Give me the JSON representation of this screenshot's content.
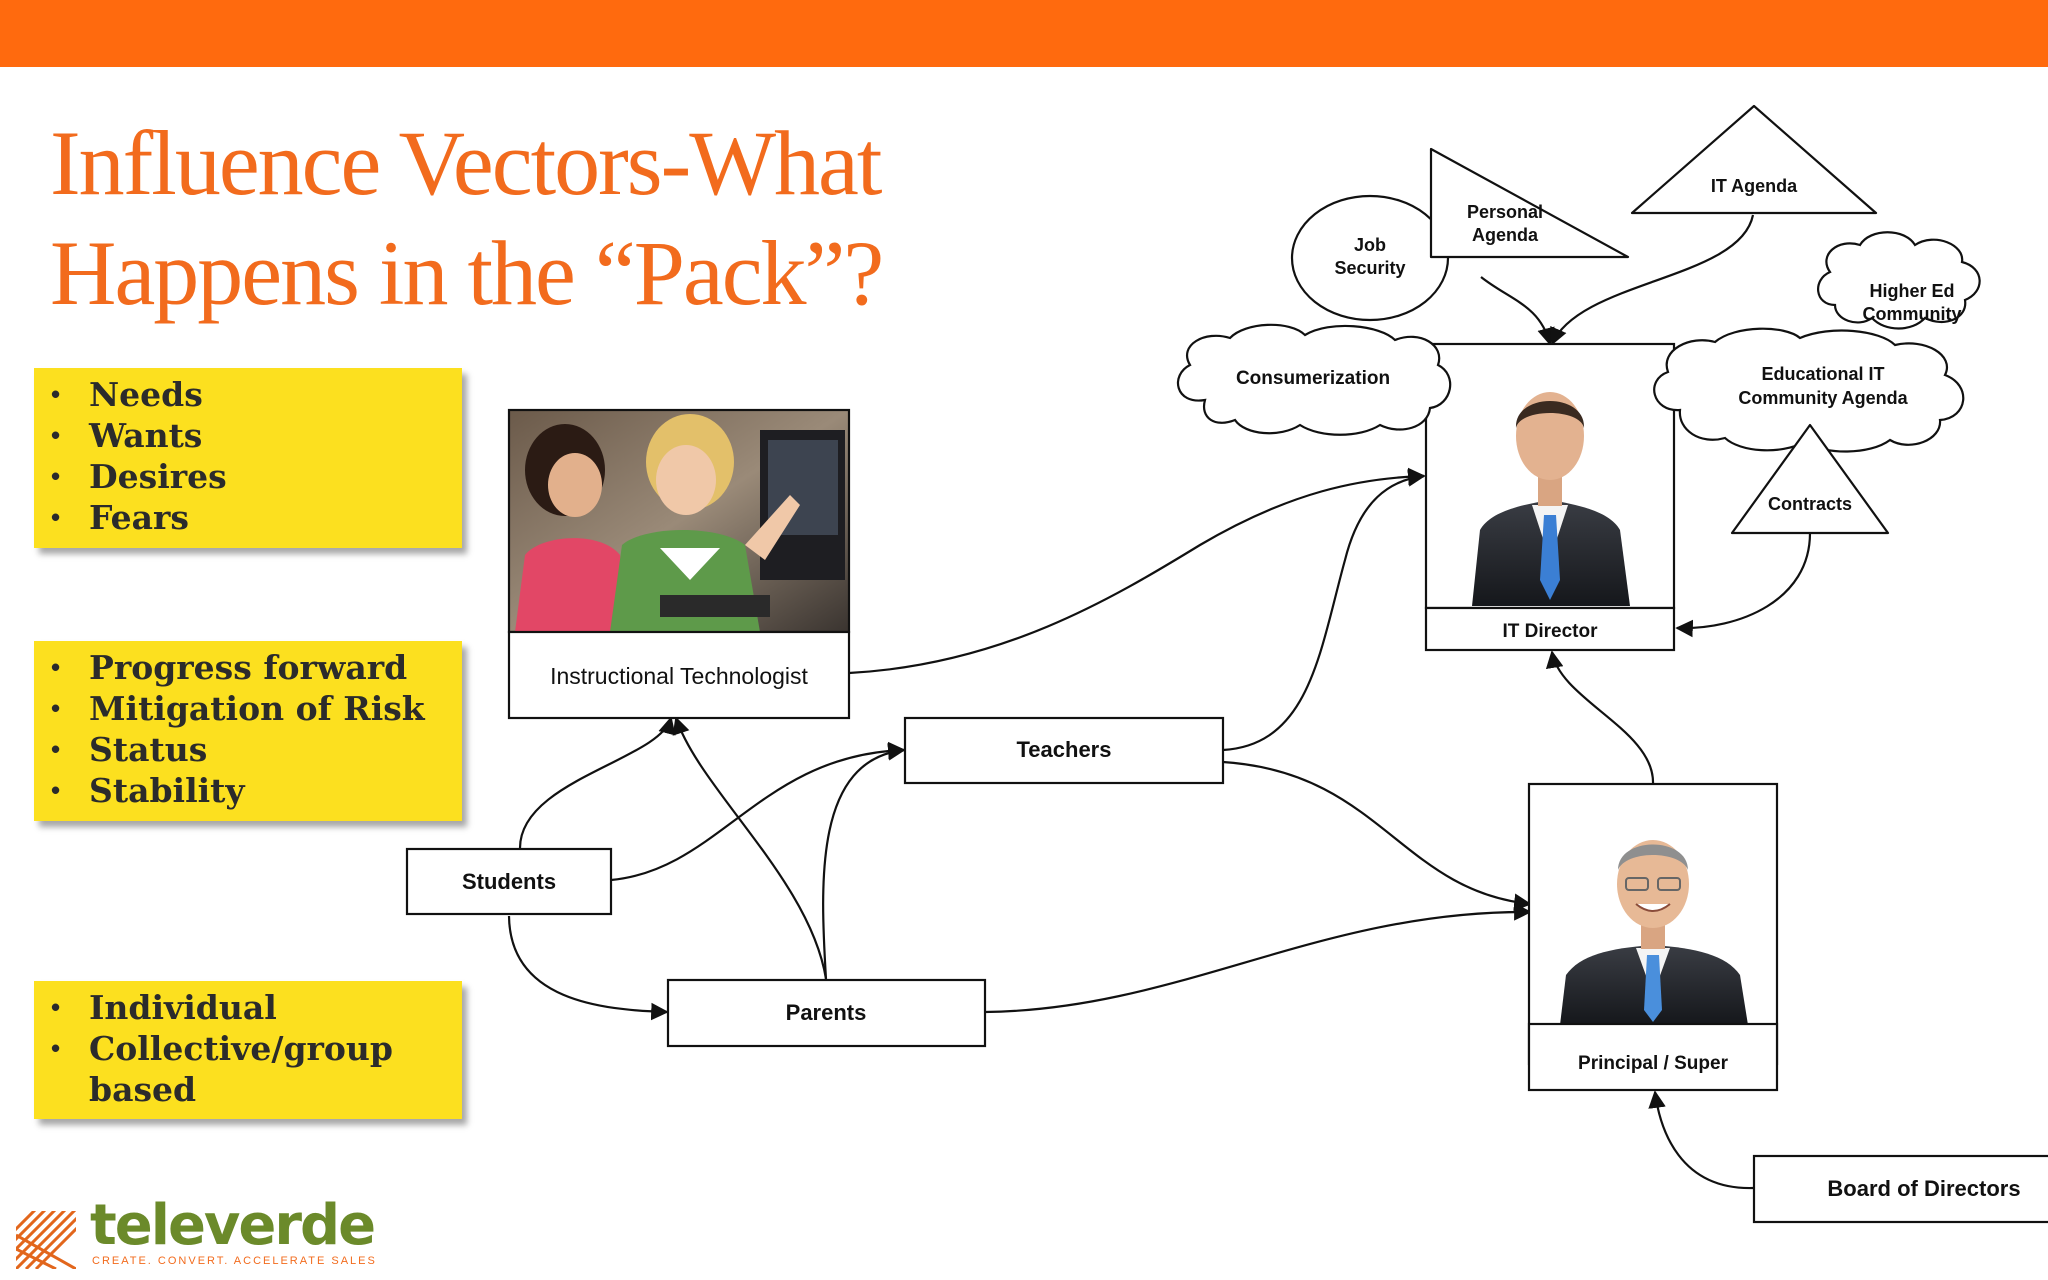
{
  "slide": {
    "title_line1": "Influence Vectors-What",
    "title_line2": "Happens in the “Pack”?",
    "colors": {
      "top_bar": "#ff6a0e",
      "title": "#f26b1d",
      "callout": "#fce01f",
      "logo_green": "#6b8a2a"
    }
  },
  "callouts": [
    {
      "items": [
        "Needs",
        "Wants",
        "Desires",
        "Fears"
      ]
    },
    {
      "items": [
        "Progress forward",
        "Mitigation of Risk",
        "Status",
        "Stability"
      ]
    },
    {
      "items": [
        "Individual",
        "Collective/group based"
      ]
    }
  ],
  "diagram": {
    "nodes": {
      "instructional_technologist": "Instructional Technologist",
      "teachers": "Teachers",
      "students": "Students",
      "parents": "Parents",
      "it_director": "IT Director",
      "principal": "Principal / Super",
      "board": "Board of Directors"
    },
    "influences": {
      "job_security": [
        "Job",
        "Security"
      ],
      "personal_agenda": [
        "Personal",
        "Agenda"
      ],
      "it_agenda": "IT Agenda",
      "higher_ed": [
        "Higher Ed",
        "Community"
      ],
      "consumerization": "Consumerization",
      "edu_it": [
        "Educational IT",
        "Community Agenda"
      ],
      "contracts": "Contracts"
    },
    "photos": {
      "classroom": "classroom-photo",
      "it_director": "businessman-photo",
      "principal": "smiling-man-photo"
    }
  },
  "logo": {
    "name": "televerde",
    "tagline": "CREATE. CONVERT. ACCELERATE SALES",
    "icon": "diagonal-stripes-logo-icon"
  }
}
